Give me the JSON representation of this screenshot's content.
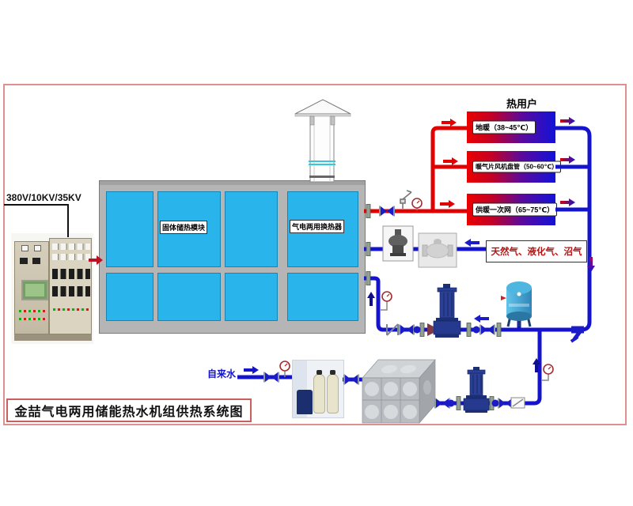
{
  "diagram_title": "金喆气电两用储能热水机组供热系统图",
  "power_supply_label": "380V/10KV/35KV",
  "unit": {
    "storage_label": "固体储热模块",
    "exchanger_label": "气电两用换热器"
  },
  "heat_users": {
    "title": "热用户",
    "items": [
      {
        "label": "地暖（38~45℃）"
      },
      {
        "label": "暖气片风机盘管（50~60℃）"
      },
      {
        "label": "供暖一次网（65~75℃）"
      }
    ]
  },
  "gas_supply_label": "天然气、液化气、沼气",
  "tap_water_label": "自来水",
  "colors": {
    "hot_pipe": "#e10000",
    "cold_pipe": "#1414cc",
    "unit_cell_blue": "#2ab4ec",
    "frame_border_pink": "#dc9090",
    "heat_box_gradient_left": "#ea0000",
    "heat_box_gradient_right": "#1212d8",
    "gas_text_red": "#b51212",
    "tap_text_blue": "#1313cc"
  },
  "equipment_icons": [
    "control-cabinet",
    "solid-heat-storage-module",
    "chimney",
    "gas-regulator",
    "gas-valve",
    "circulation-pump",
    "expansion-tank",
    "y-strainer",
    "makeup-water-pump",
    "water-softener",
    "stainless-water-tank",
    "pressure-gauge",
    "safety-valve",
    "shutoff-valve",
    "check-valve"
  ]
}
